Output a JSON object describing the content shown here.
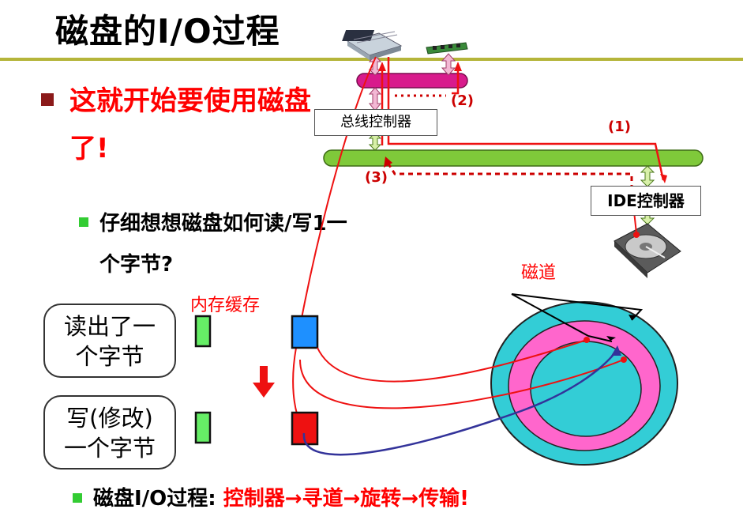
{
  "title": "磁盘的I/O过程",
  "main_bullet": {
    "line1": "这就开始要使用磁盘",
    "line2": "了!"
  },
  "sub_bullet": {
    "line1": "仔细想想磁盘如何读/写1一",
    "line2": "个字节?"
  },
  "labels": {
    "bus_controller": "总线控制器",
    "ide_controller": "IDE控制器",
    "mem_cache": "内存缓存",
    "track": "磁道",
    "step1": "(1)",
    "step2": "(2)",
    "step3": "(3)"
  },
  "callouts": {
    "read": {
      "line1": "读出了一",
      "line2": "个字节"
    },
    "write": {
      "line1": "写(修改)",
      "line2": "一个字节"
    }
  },
  "bottom": {
    "prefix": "磁盘I/O过程: ",
    "steps": "控制器→寻道→旋转→传输!"
  },
  "icons": [
    "cpu-icon",
    "memory-module-icon",
    "hard-disk-icon",
    "down-arrow-icon"
  ],
  "colors": {
    "title_rule": "#b5b53a",
    "red_text": "#ff0000",
    "front_bus": "#d81b8c",
    "pci_bus": "#7fc93a",
    "disk_outer": "#33cdd6",
    "disk_ring": "#ff66cc",
    "cache_blue": "#1e90ff",
    "cache_red": "#ee1111",
    "read_green": "#66ee66"
  }
}
